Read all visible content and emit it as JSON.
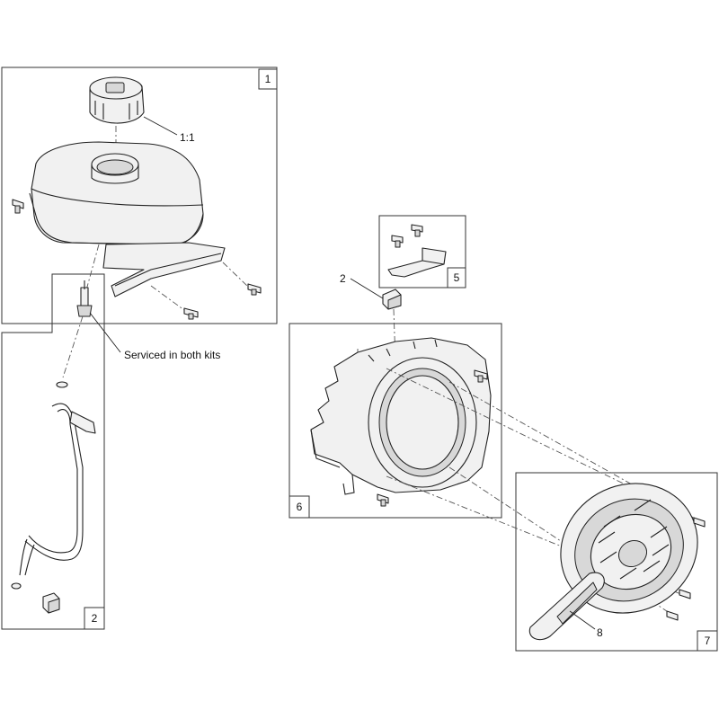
{
  "kits": [
    {
      "number": "1"
    },
    {
      "number": "2"
    },
    {
      "number": "5"
    },
    {
      "number": "6"
    },
    {
      "number": "7"
    }
  ],
  "callouts": {
    "cap": "1:1",
    "serviced_note": "Serviced in both kits",
    "clip": "2",
    "handle": "8"
  }
}
